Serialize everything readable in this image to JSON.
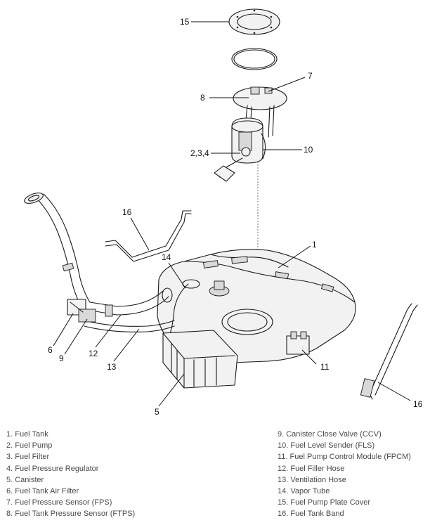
{
  "callouts": {
    "c1": "1",
    "c2_3_4": "2,3,4",
    "c5": "5",
    "c6": "6",
    "c7": "7",
    "c8": "8",
    "c9": "9",
    "c10": "10",
    "c11": "11",
    "c12": "12",
    "c13": "13",
    "c14": "14",
    "c15": "15",
    "c16a": "16",
    "c16b": "16"
  },
  "legend": {
    "left": [
      "1. Fuel Tank",
      "2. Fuel Pump",
      "3. Fuel Filter",
      "4. Fuel Pressure Regulator",
      "5. Canister",
      "6. Fuel Tank Air Filter",
      "7. Fuel Pressure Sensor (FPS)",
      "8. Fuel Tank Pressure Sensor (FTPS)"
    ],
    "right": [
      "9. Canister Close Valve (CCV)",
      "10. Fuel Level Sender (FLS)",
      "11. Fuel Pump Control Module (FPCM)",
      "12. Fuel Filler Hose",
      "13. Ventilation Hose",
      "14. Vapor Tube",
      "15. Fuel Pump Plate Cover",
      "16. Fuel Tank Band"
    ]
  }
}
